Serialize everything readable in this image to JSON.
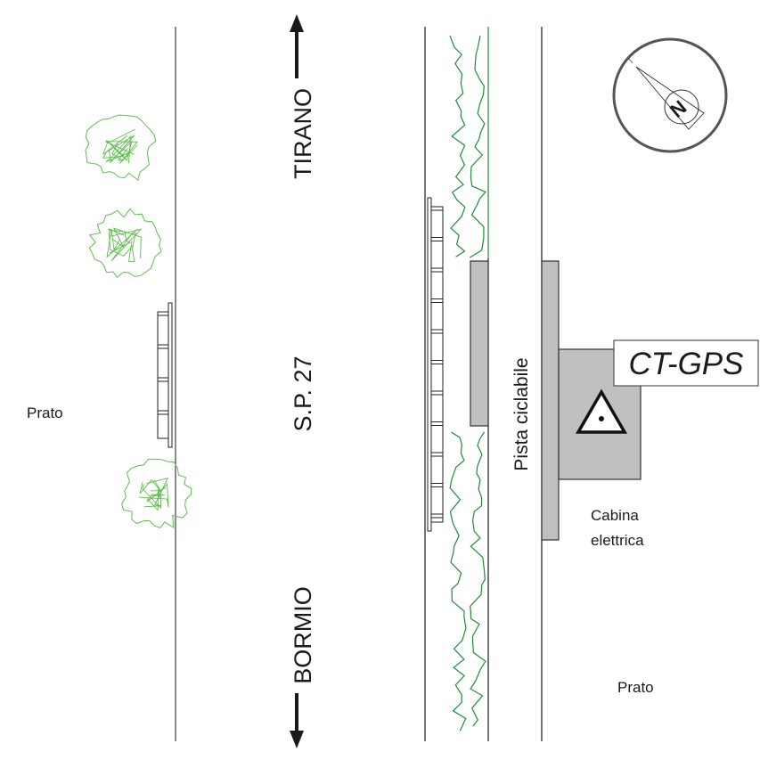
{
  "labels": {
    "north_direction": "TIRANO",
    "south_direction": "BORMIO",
    "road": "S.P. 27",
    "bike_path": "Pista ciclabile",
    "meadow_left": "Prato",
    "meadow_right": "Prato",
    "cabin_line1": "Cabina",
    "cabin_line2": "elettrica",
    "station": "CT-GPS",
    "compass_letter": "N"
  },
  "colors": {
    "line": "#1a1a1a",
    "vegetation": "#1e8c3a",
    "tree": "#5cbf4a",
    "structure_fill": "#c0c0c0",
    "compass_ring": "#555555"
  }
}
